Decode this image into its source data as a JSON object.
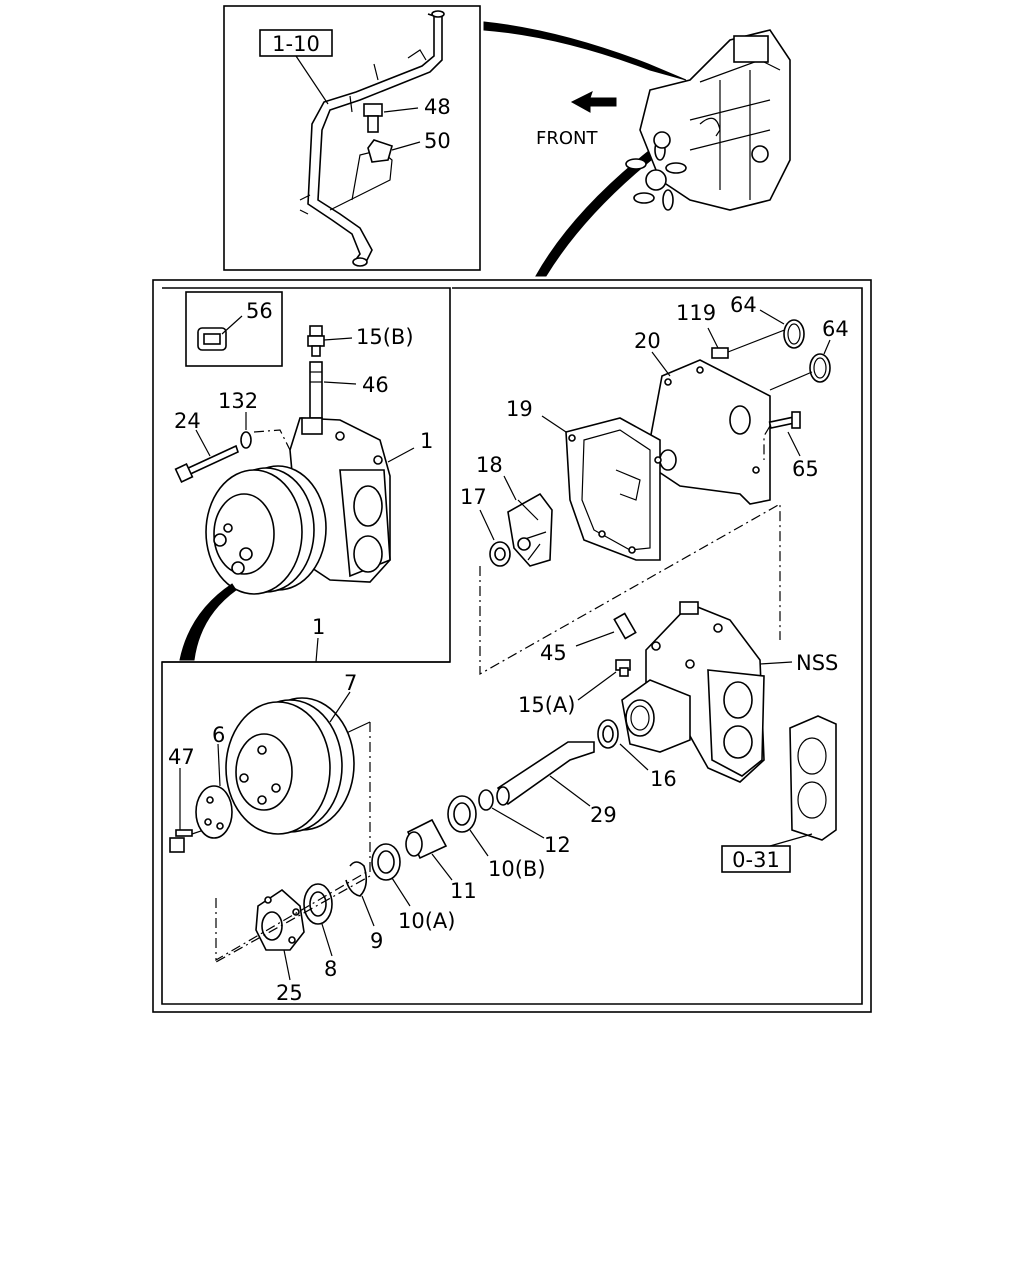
{
  "refs": {
    "r1_10": "1-10",
    "r0_31": "0-31"
  },
  "labels": {
    "front": "FRONT",
    "p48": "48",
    "p50": "50",
    "p56": "56",
    "p15b": "15(B)",
    "p46": "46",
    "p132": "132",
    "p24": "24",
    "p1a": "1",
    "p1b": "1",
    "p119": "119",
    "p64a": "64",
    "p64b": "64",
    "p20": "20",
    "p19": "19",
    "p18": "18",
    "p17": "17",
    "p65": "65",
    "p45": "45",
    "nss": "NSS",
    "p15a": "15(A)",
    "p16": "16",
    "p29": "29",
    "p12": "12",
    "p10b": "10(B)",
    "p11": "11",
    "p10a": "10(A)",
    "p9": "9",
    "p8": "8",
    "p25": "25",
    "p7": "7",
    "p6": "6",
    "p47": "47"
  }
}
